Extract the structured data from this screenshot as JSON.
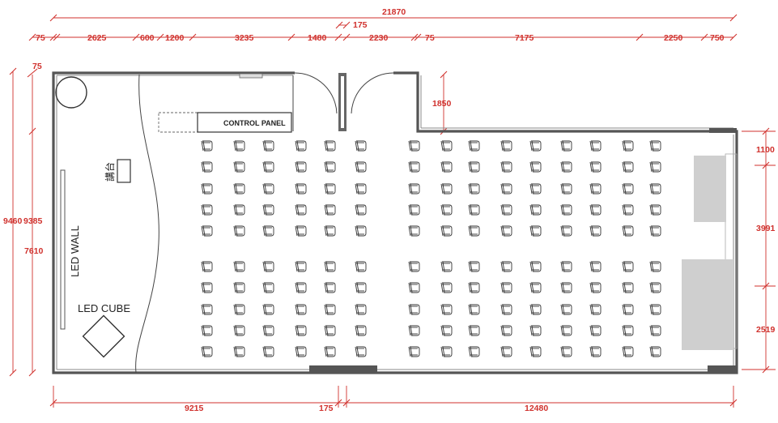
{
  "labels": {
    "control_panel": "CONTROL PANEL",
    "led_wall": "LED WALL",
    "led_cube": "LED CUBE",
    "podium": "講台"
  },
  "dimensions": {
    "top_total": "21870",
    "top_small": "175",
    "top_row": [
      "75",
      "2625",
      "600",
      "1200",
      "3235",
      "1480",
      "2230",
      "75",
      "7175",
      "2250",
      "750"
    ],
    "left_top": "75",
    "left": [
      "9460",
      "9385",
      "7610"
    ],
    "door_depth": "1850",
    "right": [
      "1100",
      "3991",
      "2519"
    ],
    "bottom": [
      "9215",
      "175",
      "12480"
    ]
  },
  "seating": {
    "rows_per_block": 5,
    "blocks": 2,
    "column_groups": [
      6,
      9
    ]
  }
}
